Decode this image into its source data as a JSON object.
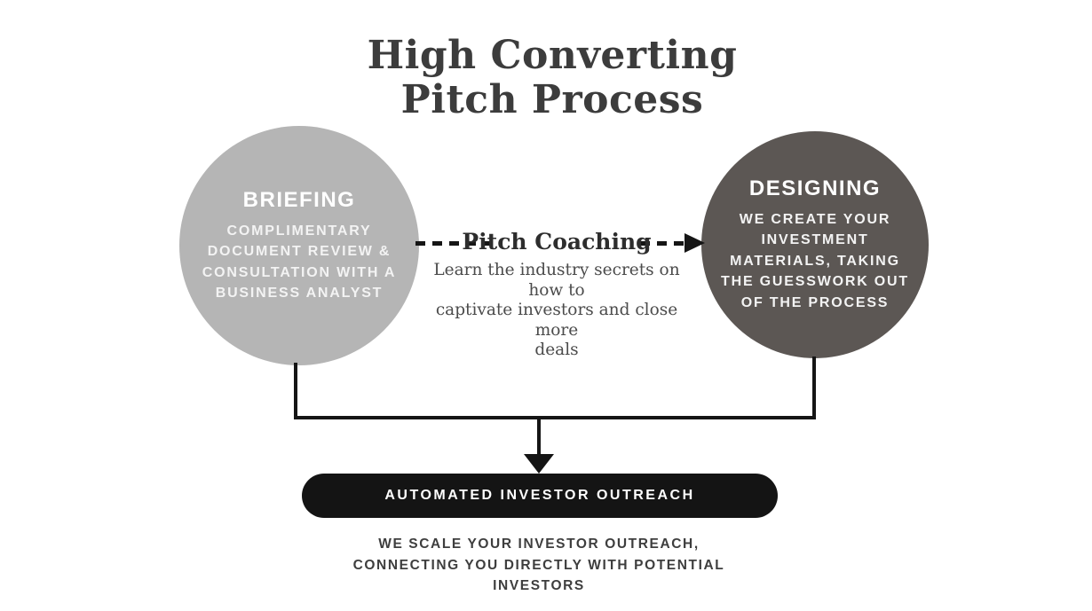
{
  "title": {
    "lines": [
      "High Converting",
      "Pitch Process"
    ]
  },
  "steps": {
    "briefing": {
      "heading": "BRIEFING",
      "lines": [
        "COMPLIMENTARY",
        "DOCUMENT REVIEW &",
        "CONSULTATION WITH A",
        "BUSINESS ANALYST"
      ],
      "fill": "#b5b5b5"
    },
    "designing": {
      "heading": "DESIGNING",
      "lines": [
        "WE CREATE YOUR",
        "INVESTMENT",
        "MATERIALS, TAKING",
        "THE GUESSWORK OUT",
        "OF THE PROCESS"
      ],
      "fill": "#5c5754"
    },
    "coaching": {
      "heading": "Pitch Coaching",
      "lines": [
        "Learn the industry secrets on how to",
        "captivate investors and close more",
        "deals"
      ]
    },
    "outreach": {
      "label": "AUTOMATED INVESTOR OUTREACH",
      "fill": "#141414",
      "description_lines": [
        "WE SCALE YOUR INVESTOR OUTREACH,",
        "CONNECTING YOU DIRECTLY WITH POTENTIAL",
        "INVESTORS"
      ]
    }
  },
  "colors": {
    "connector": "#151515",
    "title_text": "#3c3c3c",
    "background": "#ffffff"
  }
}
